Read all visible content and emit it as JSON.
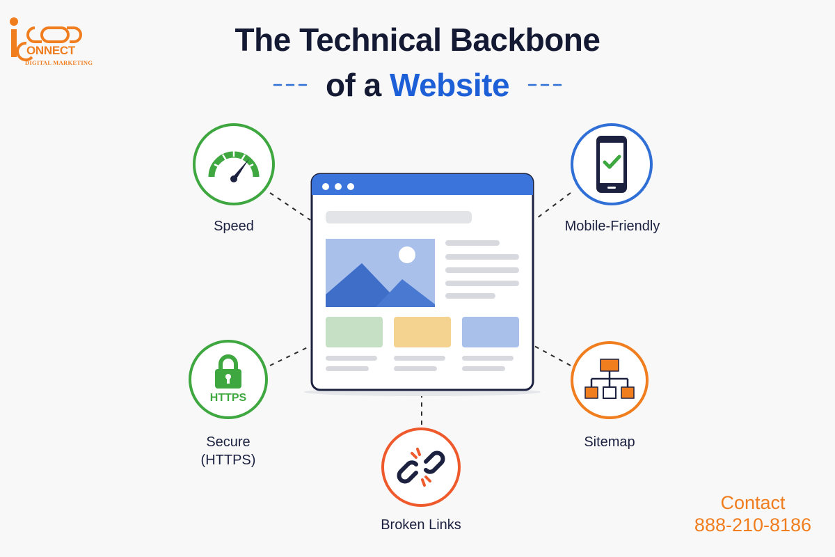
{
  "logo": {
    "word": "ONNECT",
    "tagline": "DIGITAL MARKETING"
  },
  "title": {
    "line1": "The Technical Backbone",
    "line2_prefix": "of a",
    "line2_accent": "Website"
  },
  "features": {
    "speed": "Speed",
    "mobile": "Mobile-Friendly",
    "secure_line1": "Secure",
    "secure_line2": "(HTTPS)",
    "https_badge": "HTTPS",
    "sitemap": "Sitemap",
    "broken_links": "Broken Links"
  },
  "contact": {
    "label": "Contact",
    "phone": "888-210-8186"
  },
  "colors": {
    "green": "#3ea73f",
    "blue": "#2f6fd6",
    "orange": "#f07d1e",
    "red_orange": "#ee5a2c",
    "navy": "#141a33",
    "title_accent": "#1d5fd6"
  },
  "icons": [
    "speedometer-icon",
    "smartphone-check-icon",
    "padlock-icon",
    "sitemap-icon",
    "broken-link-icon",
    "browser-window-illustration"
  ]
}
